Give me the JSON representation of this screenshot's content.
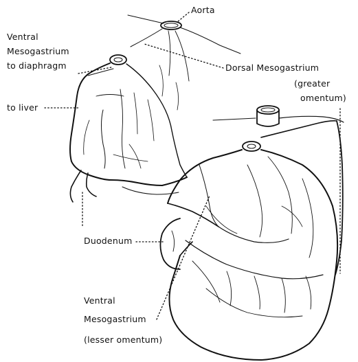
{
  "labels": {
    "aorta": "Aorta",
    "ventral_mesogastrium_top": [
      "Ventral",
      "Mesogastrium",
      "to diaphragm"
    ],
    "to_liver": "to liver",
    "dorsal_mesogastrium": [
      "Dorsal Mesogastrium",
      "(greater",
      "omentum)"
    ],
    "duodenum": "Duodenum",
    "ventral_mesogastrium_bottom": [
      "Ventral",
      "Mesogastrium",
      "(lesser omentum)"
    ]
  },
  "colors": {
    "ink": "#111111",
    "background": "#ffffff"
  }
}
